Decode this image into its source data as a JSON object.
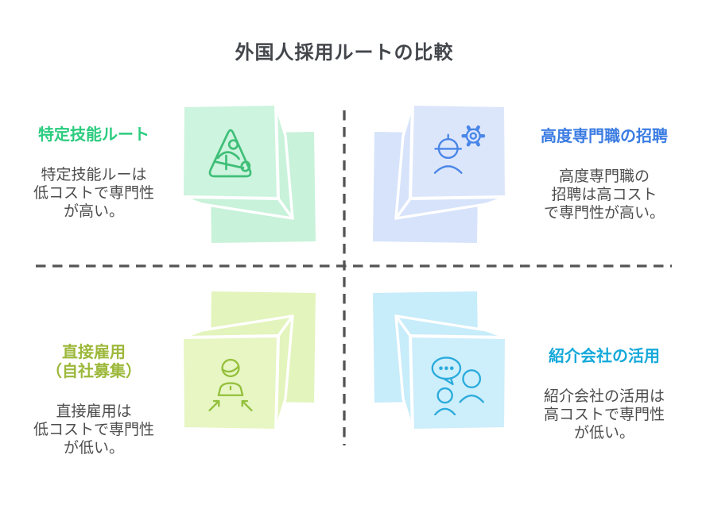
{
  "title": "外国人採用ルートの比較",
  "divider": {
    "color": "#545454",
    "style": "dashed"
  },
  "quadrants": {
    "top_left": {
      "heading": "特定技能ルート",
      "heading_color": "#2bcc7e",
      "body": "特定技能ルーは\n低コストで専門性\nが高い。",
      "icon": "construction-sign-icon",
      "cube_fill": "#cdf4de",
      "icon_color": "#3fbf78"
    },
    "top_right": {
      "heading": "高度専門職の招聘",
      "heading_color": "#3b7ce2",
      "body": "高度専門職の\n招聘は高コスト\nで専門性が高い。",
      "icon": "engineer-gear-icon",
      "cube_fill": "#dce6fb",
      "icon_color": "#4a86e8"
    },
    "bottom_left": {
      "heading": "直接雇用\n（自社募集）",
      "heading_color": "#9cb83a",
      "body": "直接雇用は\n低コストで専門性\nが低い。",
      "icon": "worker-recruiting-arrows-icon",
      "cube_fill": "#e7f6c3",
      "icon_color": "#94c03c"
    },
    "bottom_right": {
      "heading": "紹介会社の活用",
      "heading_color": "#15a9da",
      "body": "紹介会社の活用は\n高コストで専門性\nが低い。",
      "icon": "referral-chat-people-icon",
      "cube_fill": "#cdeefb",
      "icon_color": "#2aabdc"
    }
  }
}
